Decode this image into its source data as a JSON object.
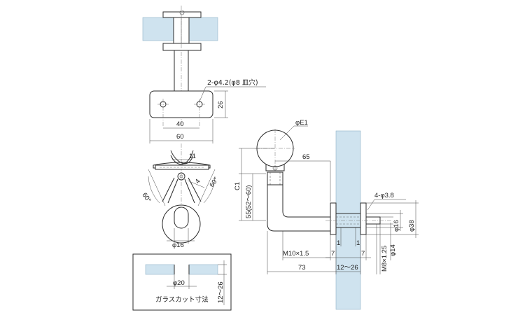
{
  "colors": {
    "glass": "#cfe3ef",
    "part": "#ffffff",
    "line": "#2b2b2b"
  },
  "top_view": {
    "hole_note": "2-φ4.2(φ8 皿穴)",
    "plate_height": "26",
    "hole_pitch": "40",
    "plate_width": "60"
  },
  "front_view": {
    "dim_11": "11",
    "angle_left": "60°",
    "angle_right": "60°",
    "radius": "4",
    "tube_dia": "φ16"
  },
  "cut_detail": {
    "hole_dia": "φ20",
    "glass_thickness": "12～26",
    "caption": "ガラスカット寸法"
  },
  "side_view": {
    "rail_dia": "φE1",
    "center_height": "C1",
    "reach": "65",
    "post_height": "55(52～60)",
    "thread_left": "M10×1.5",
    "length": "73",
    "glass_range": "12～26",
    "gap_left": "7",
    "gap_right": "7",
    "pad_left": "1",
    "pad_right": "1",
    "holes": "4-φ3.8",
    "flange_dia": "φ38",
    "boss_dia": "φ16",
    "thread_right": "M8×1.25",
    "sleeve_dia": "φ14"
  }
}
